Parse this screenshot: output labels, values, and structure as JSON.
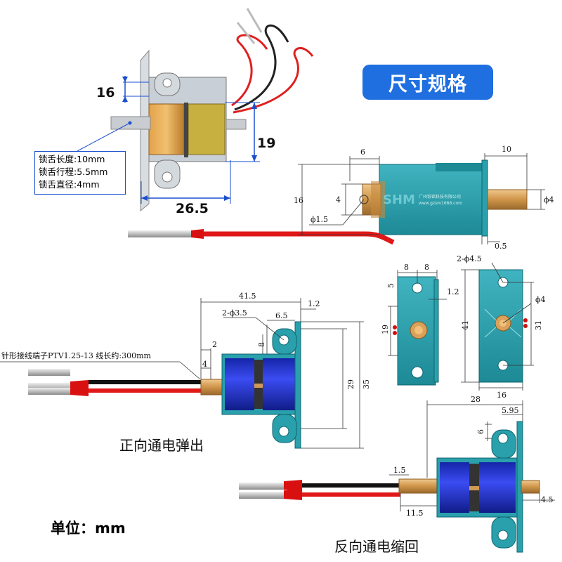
{
  "badge": {
    "title": "尺寸规格"
  },
  "specs": {
    "tongue_length": "锁舌长度:10mm",
    "tongue_travel": "锁舌行程:5.5mm",
    "tongue_diameter": "锁舌直径:4mm"
  },
  "unit_label": "单位：mm",
  "captions": {
    "forward": "正向通电弹出",
    "reverse": "反向通电缩回"
  },
  "photo_dims": {
    "height": "16",
    "coil": "19",
    "length": "26.5"
  },
  "top_dims": {
    "d6": "6",
    "d10": "10",
    "d16": "16",
    "d4": "4",
    "phi15": "ϕ1.5",
    "phi4": "ϕ4",
    "d05": "0.5"
  },
  "brand": {
    "logo": "SHM",
    "company": "广州铄铭科技有限公司",
    "url": "www.gzsm1668.com"
  },
  "forward_dims": {
    "d415": "41.5",
    "phi35": "2-ϕ3.5",
    "d65": "6.5",
    "d12": "1.2",
    "d8": "8",
    "d2": "2",
    "d4": "4",
    "d29": "29",
    "d35": "35",
    "wire_note": "针形接线端子PTV1.25-13  线长约:300mm"
  },
  "side_dims": {
    "d8a": "8",
    "d8b": "8",
    "d5": "5",
    "d12": "1.2",
    "d19": "19",
    "phi45": "2-ϕ4.5",
    "phi4": "ϕ4",
    "d41": "41",
    "d31": "31",
    "d16": "16"
  },
  "reverse_dims": {
    "d28": "28",
    "d595": "5.95",
    "d6": "6",
    "d15": "1.5",
    "d115": "11.5",
    "d45": "4.5"
  },
  "colors": {
    "badge": "#1f6fe0",
    "teal": "#2aa0ac",
    "coil_blue": "#1c2fd6",
    "copper": "#d09a55",
    "wire_red": "#e01818"
  }
}
